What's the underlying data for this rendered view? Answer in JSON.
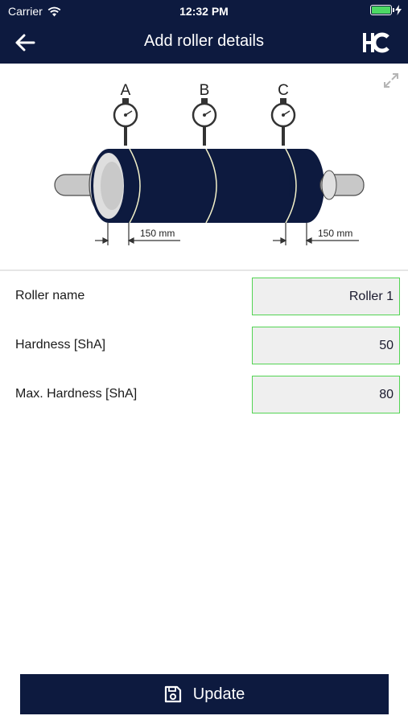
{
  "status_bar": {
    "carrier": "Carrier",
    "time": "12:32 PM"
  },
  "nav": {
    "title": "Add roller details",
    "back_icon": "arrow-left-icon",
    "logo_text": "HC"
  },
  "diagram": {
    "gauge_labels": [
      "A",
      "B",
      "C"
    ],
    "dimension_left": "150 mm",
    "dimension_right": "150 mm",
    "expand_icon": "expand-icon"
  },
  "form": {
    "fields": [
      {
        "label": "Roller name",
        "value": "Roller 1"
      },
      {
        "label": "Hardness [ShA]",
        "value": "50"
      },
      {
        "label": "Max. Hardness [ShA]",
        "value": "80"
      }
    ]
  },
  "actions": {
    "update_label": "Update",
    "update_icon": "save-icon"
  },
  "colors": {
    "primary": "#0d1a3f",
    "input_border": "#53d453",
    "input_bg": "#efefef",
    "battery": "#4cd964"
  }
}
